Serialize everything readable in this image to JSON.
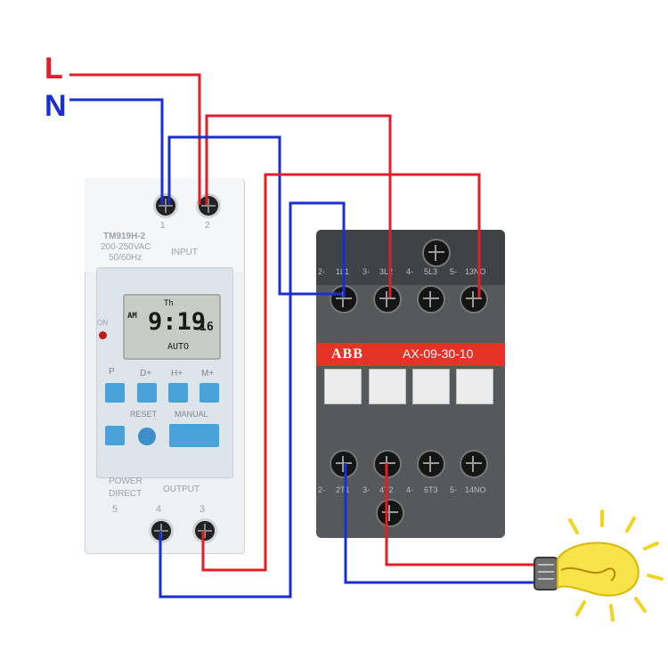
{
  "supply": {
    "live_label": "L",
    "neutral_label": "N"
  },
  "timer": {
    "model": "TM919H-2",
    "voltage": "200-250VAC",
    "frequency": "50/60Hz",
    "input_label": "INPUT",
    "terminal_1": "1",
    "terminal_2": "2",
    "on_label": "ON",
    "display": {
      "period": "AM",
      "day": "Th",
      "time": "9:19",
      "seconds": "16",
      "mode": "AUTO"
    },
    "keys": {
      "k1": "P",
      "k2": "D+",
      "k3": "H+",
      "k4": "M+",
      "reset": "RESET",
      "manual": "MANUAL"
    },
    "power_label": "POWER",
    "direct_label": "DIRECT",
    "output_label": "OUTPUT",
    "terminal_5": "5",
    "terminal_4": "4",
    "terminal_3": "3"
  },
  "contactor": {
    "brand": "ABB",
    "model": "AX-09-30-10",
    "top_terminals": [
      "1L1",
      "3L2",
      "5L3",
      "13NO"
    ],
    "top_prefix": [
      "2-",
      "3-",
      "4-",
      "5-"
    ],
    "bottom_terminals": [
      "2T1",
      "4T2",
      "6T3",
      "14NO"
    ],
    "bottom_prefix": [
      "2-",
      "3-",
      "4-",
      "5-"
    ]
  },
  "colors": {
    "live": "#e01e2a",
    "neutral": "#1b2fd0",
    "bulb": "#f7e34a",
    "abb_red": "#e6332a"
  }
}
